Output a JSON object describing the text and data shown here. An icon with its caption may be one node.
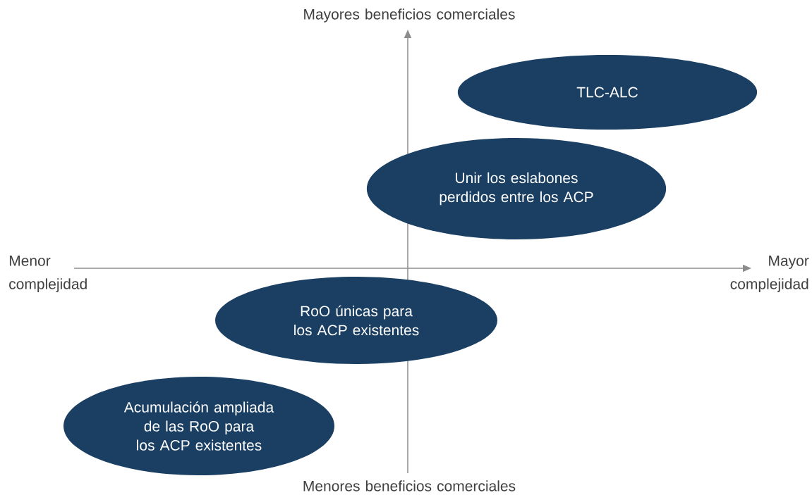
{
  "diagram": {
    "nodes": [
      {
        "text": [
          "TLC-ALC"
        ]
      },
      {
        "text": [
          "Unir los eslabones perdidos entre los ACP"
        ]
      },
      {
        "text": [
          "RoO únicas para los ACP existentes"
        ]
      },
      {
        "text": [
          "Acumulación ampliada de las RoO para los ACP existentes"
        ]
      }
    ],
    "labels": [
      "Mayores beneficios comerciales",
      "Menor complejidad",
      "Mayor complejidad",
      "Menores beneficios comerciales"
    ]
  }
}
